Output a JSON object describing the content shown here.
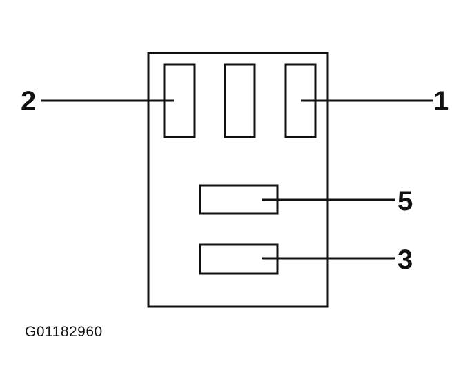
{
  "diagram": {
    "figure_id": "G01182960",
    "callouts": {
      "terminal_1": "1",
      "terminal_2": "2",
      "terminal_3": "3",
      "terminal_5": "5"
    },
    "colors": {
      "stroke": "#111111",
      "background": "#ffffff"
    }
  }
}
